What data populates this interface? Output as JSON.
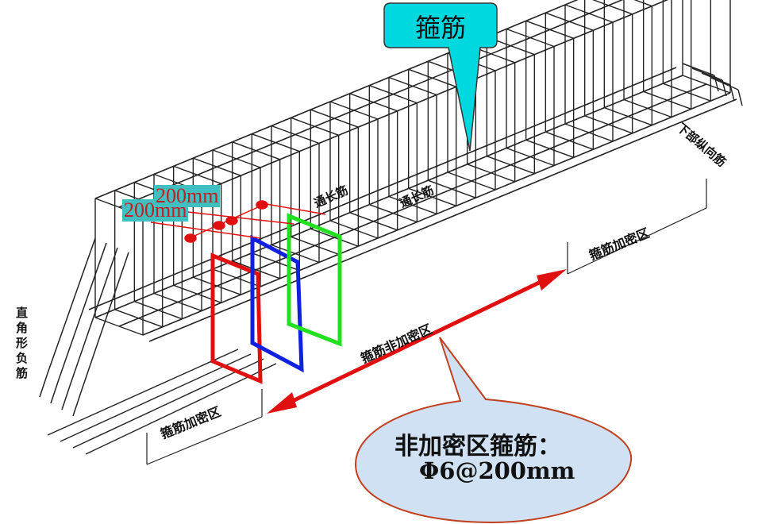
{
  "callout_top": {
    "label": "箍筋",
    "fill": "#00d8e0"
  },
  "callout_bottom": {
    "line1": "非加密区箍筋：",
    "line2": "Φ6@200mm",
    "fill": "#cfe1f2",
    "stroke": "#c04020"
  },
  "dimensions": {
    "first": "200mm",
    "second": "200mm"
  },
  "beam_labels": {
    "left_dense": "箍筋加密区",
    "non_dense": "箍筋非加密区",
    "right_dense": "箍筋加密区",
    "through_bar_1": "通长筋",
    "through_bar_2": "通长筋",
    "lower_long": "下部纵向筋",
    "right_angle_neg": "直角形负筋"
  },
  "stirrup_colors": {
    "red": "#e01010",
    "blue": "#1020e0",
    "green": "#20e020"
  }
}
